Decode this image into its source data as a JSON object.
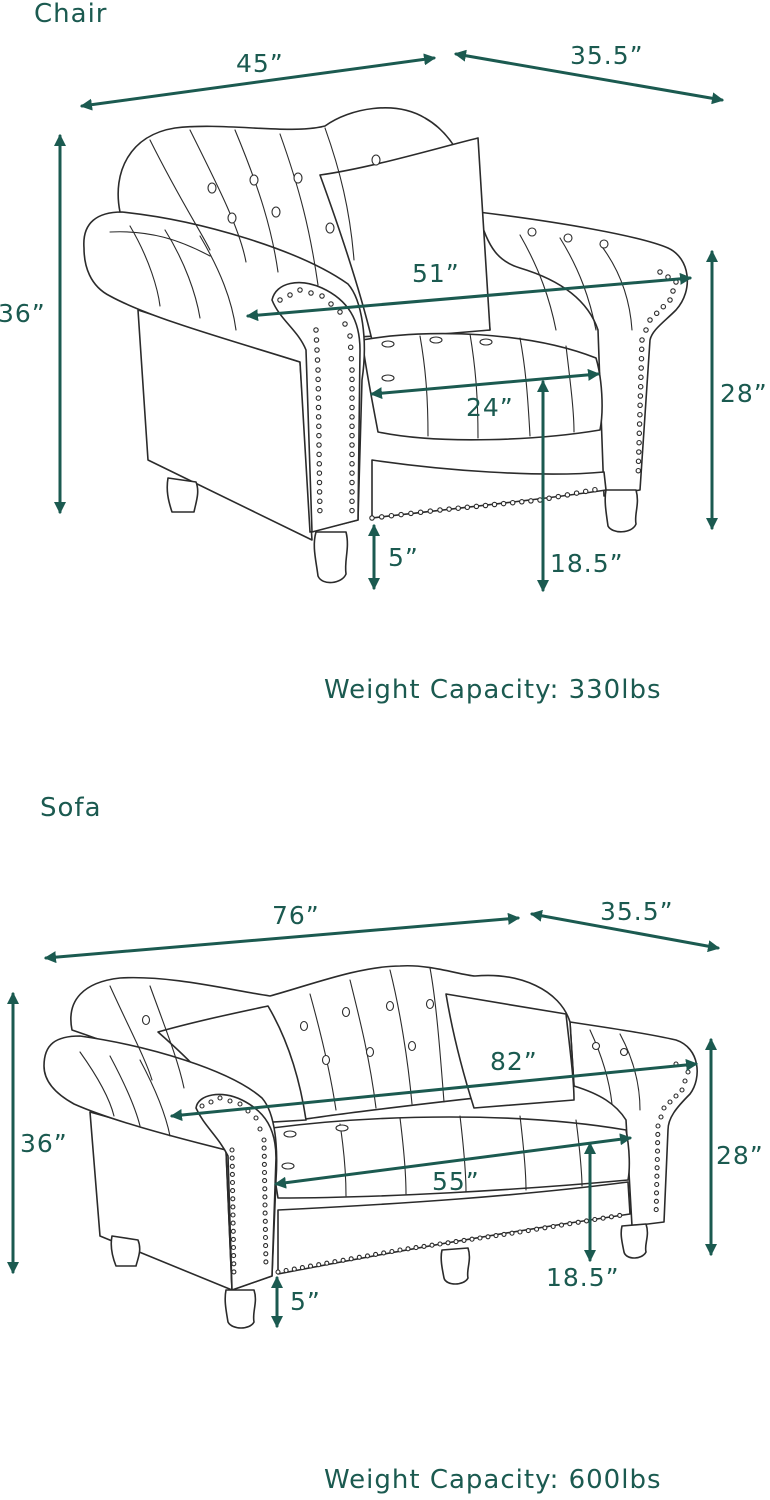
{
  "colors": {
    "accent": "#1b5a50",
    "line": "#2b2b2b",
    "background": "#ffffff"
  },
  "chair": {
    "title": "Chair",
    "dims": {
      "width": "45”",
      "depth": "35.5”",
      "height": "36”",
      "arm_span": "51”",
      "arm_height": "28”",
      "seat_width": "24”",
      "seat_height": "18.5”",
      "leg_height": "5”"
    },
    "weight_capacity": "Weight Capacity: 330lbs"
  },
  "sofa": {
    "title": "Sofa",
    "dims": {
      "width": "76”",
      "depth": "35.5”",
      "height": "36”",
      "arm_span": "82”",
      "arm_height": "28”",
      "seat_width": "55”",
      "seat_height": "18.5”",
      "leg_height": "5”"
    },
    "weight_capacity": "Weight Capacity: 600lbs"
  }
}
